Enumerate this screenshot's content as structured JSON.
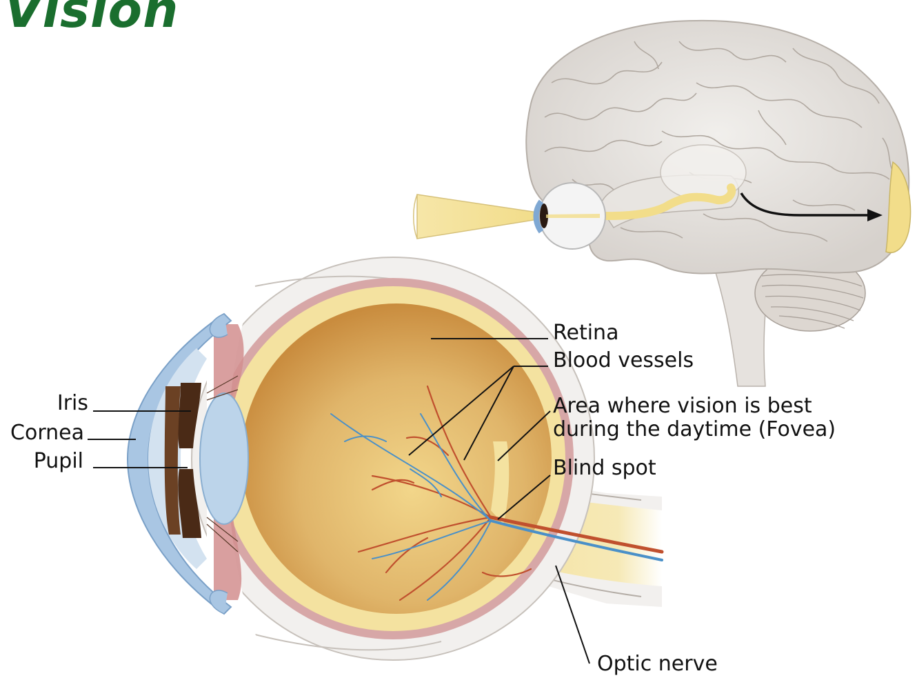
{
  "title": "Vision",
  "labels": {
    "retina": "Retina",
    "blood_vessels": "Blood vessels",
    "fovea_line1": "Area where vision is best",
    "fovea_line2": "during the daytime (Fovea)",
    "blind_spot": "Blind spot",
    "optic_nerve": "Optic nerve",
    "iris": "Iris",
    "cornea": "Cornea",
    "pupil": "Pupil"
  },
  "colors": {
    "title": "#1a6e2e",
    "brain": "#e4e0dc",
    "vitreous": "#d7a45c",
    "retina_layer": "#f4e2a0",
    "cornea": "#a9c6e3",
    "choroid": "#d9a0a0",
    "artery": "#c0502e",
    "vein": "#3f8fc9"
  }
}
